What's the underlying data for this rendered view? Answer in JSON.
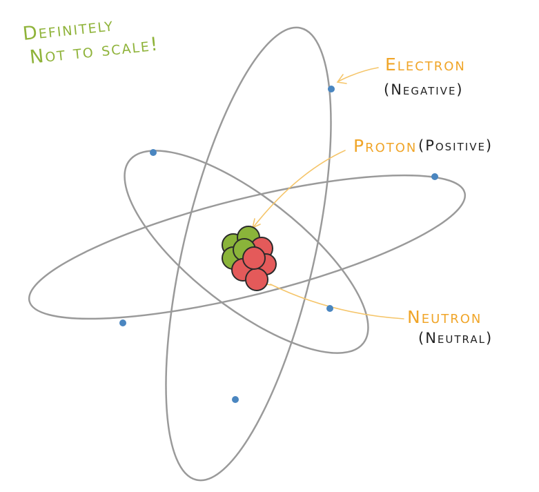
{
  "note": {
    "line1": "Definitely",
    "line2": "Not to scale!"
  },
  "labels": {
    "electron": {
      "name": "Electron",
      "charge": "(Negative)"
    },
    "proton": {
      "name": "Proton",
      "charge": "(Positive)"
    },
    "neutron": {
      "name": "Neutron",
      "charge": "(Neutral)"
    }
  },
  "colors": {
    "note": "#8fb33a",
    "label": "#f0a528",
    "charge_text": "#222222",
    "orbit": "#9a9a9a",
    "electron": "#4a86c0",
    "proton": "#e45a5a",
    "neutron": "#8ab43a",
    "arrow": "#f5c56a"
  }
}
